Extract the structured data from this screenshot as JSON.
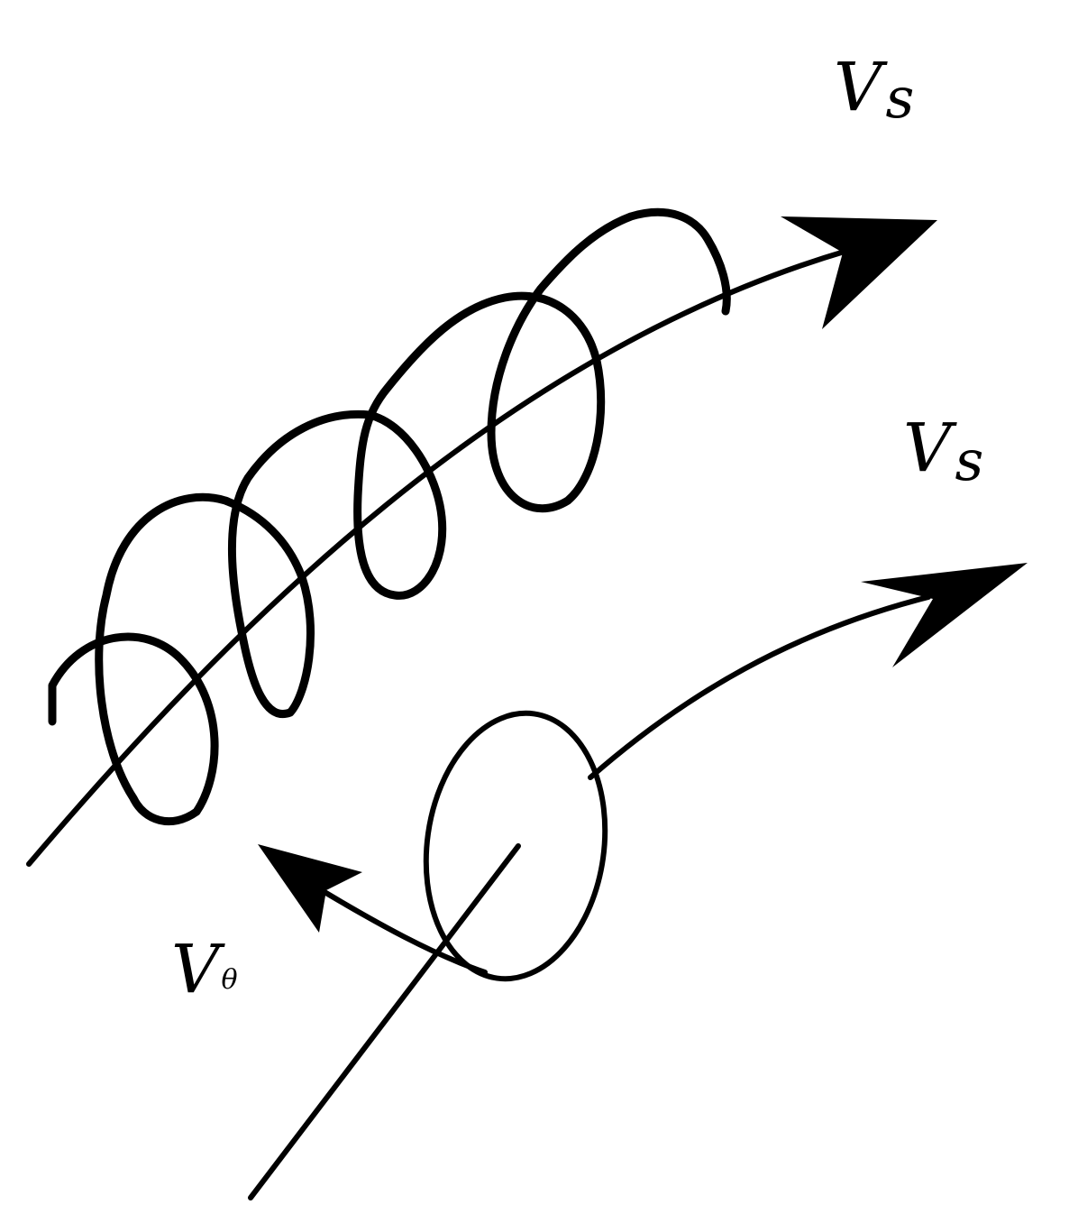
{
  "labels": {
    "vs_upper": {
      "main": "V",
      "sub": "s"
    },
    "vs_lower": {
      "main": "V",
      "sub": "s"
    },
    "v_theta": {
      "main": "V",
      "sub": "θ"
    }
  },
  "colors": {
    "stroke": "#000000",
    "background": "#ffffff"
  }
}
